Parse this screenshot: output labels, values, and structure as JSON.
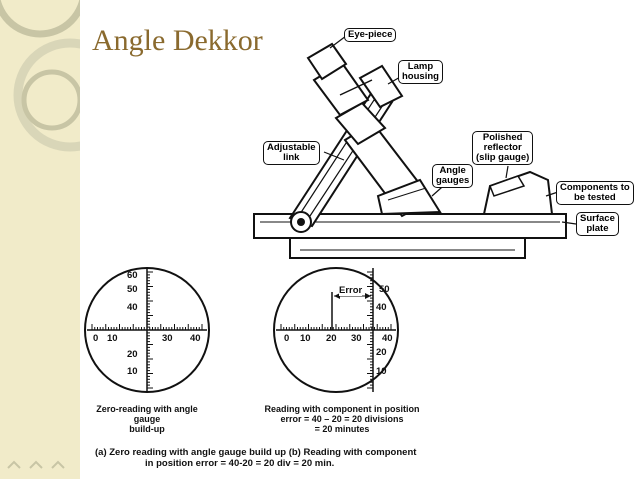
{
  "slide": {
    "title": "Angle Dekkor",
    "colors": {
      "sidebar": "#f1ebc9",
      "title": "#8a6a2e",
      "ring": "#c8c5a5"
    }
  },
  "diagram": {
    "labels": {
      "eye_piece": "Eye-piece",
      "lamp_housing_1": "Lamp",
      "lamp_housing_2": "housing",
      "adjustable_link_1": "Adjustable",
      "adjustable_link_2": "link",
      "polished_reflector_1": "Polished",
      "polished_reflector_2": "reflector",
      "polished_reflector_3": "(slip gauge)",
      "angle_gauges_1": "Angle",
      "angle_gauges_2": "gauges",
      "components_1": "Components to",
      "components_2": "be tested",
      "surface_plate_1": "Surface",
      "surface_plate_2": "plate"
    },
    "reticle_left": {
      "vertical_ticks": [
        "60",
        "50",
        "40",
        "20",
        "10"
      ],
      "horizontal_ticks": [
        "0",
        "10",
        "30",
        "40"
      ],
      "caption_1": "Zero-reading with angle gauge",
      "caption_2": "build-up"
    },
    "reticle_right": {
      "vertical_ticks": [
        "50",
        "40",
        "20",
        "10"
      ],
      "horizontal_ticks": [
        "0",
        "10",
        "20",
        "30",
        "40"
      ],
      "error_label": "Error",
      "caption_1": "Reading with component in position",
      "caption_2": "error = 40 – 20 = 20 divisions",
      "caption_3": "= 20 minutes"
    },
    "bottom_caption_1": "(a) Zero reading with angle gauge build up (b) Reading with component",
    "bottom_caption_2": "in position error = 40-20 = 20 div = 20 min."
  }
}
